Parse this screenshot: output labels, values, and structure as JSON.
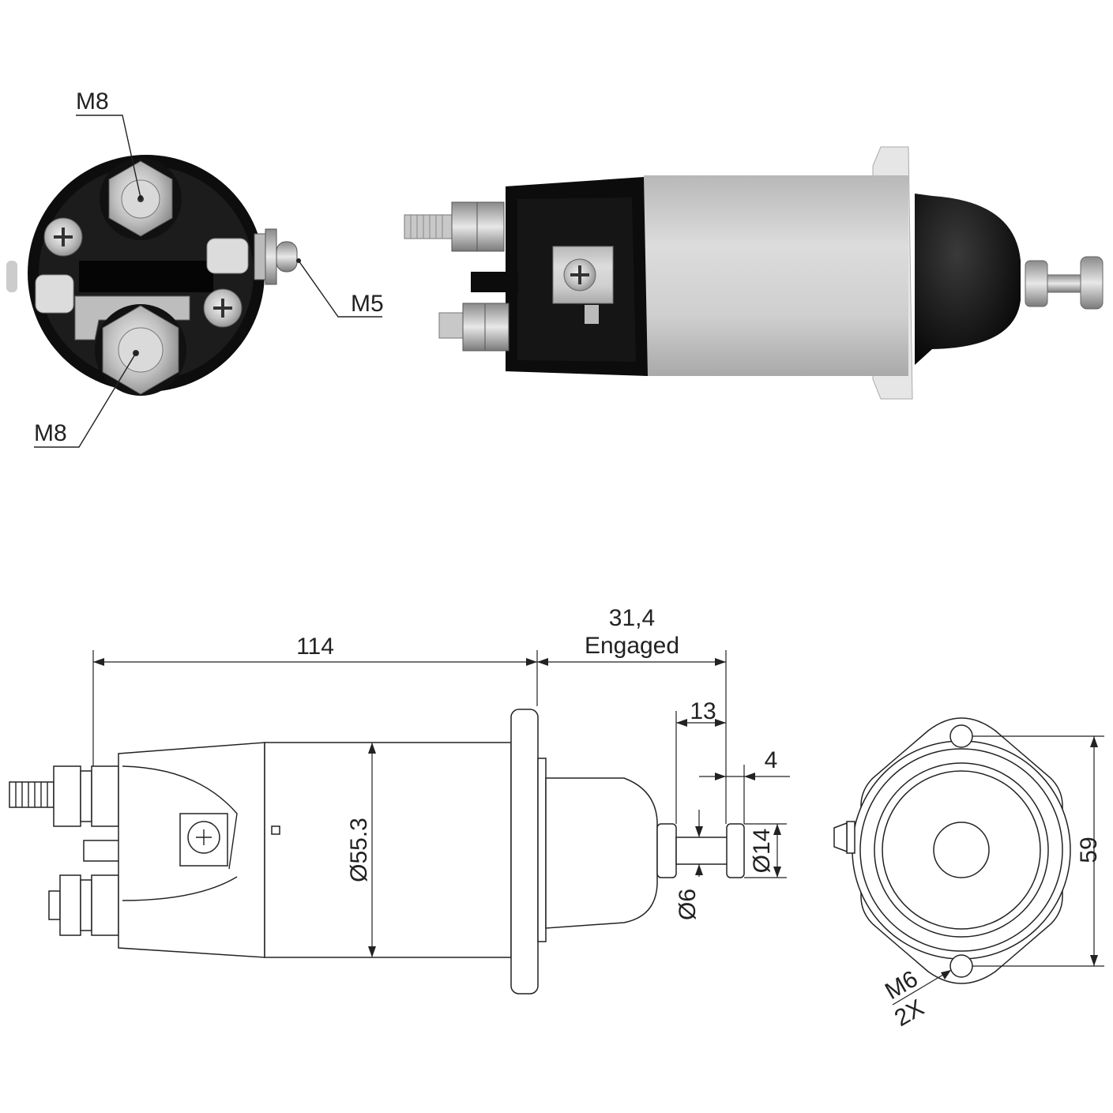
{
  "photo_end_view": {
    "callouts": [
      {
        "key": "top_terminal",
        "label": "M8"
      },
      {
        "key": "bottom_terminal",
        "label": "M8"
      },
      {
        "key": "small_terminal",
        "label": "M5"
      }
    ]
  },
  "drawing_side_view": {
    "overall_length": "114",
    "stroke_value": "31,4",
    "stroke_note": "Engaged",
    "plunger_length": "13",
    "head_thickness": "4",
    "body_diameter": "Ø55.3",
    "shaft_diameter": "Ø6",
    "head_diameter": "Ø14"
  },
  "drawing_end_view": {
    "hole_spacing": "59",
    "thread_label": "M6",
    "hole_count": "2X"
  },
  "colors": {
    "linework": "#222222",
    "cap_black": "#111111",
    "body_silver": "#c8c8c8",
    "flange_light": "#e4e4e4"
  }
}
